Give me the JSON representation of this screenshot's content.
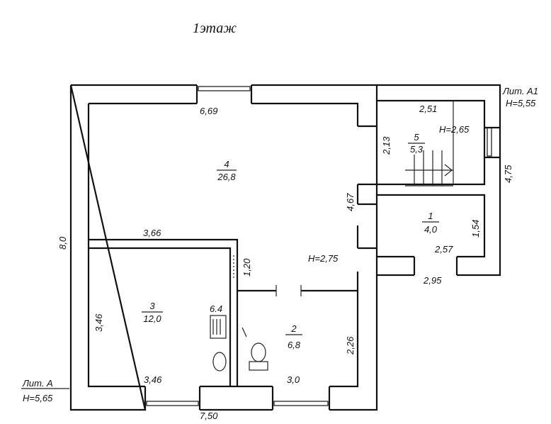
{
  "title": "1этаж",
  "lit_a": {
    "name": "Лит. А",
    "height": "Н=5,65"
  },
  "lit_a1": {
    "name": "Лит. А1",
    "height": "Н=5,55"
  },
  "rooms": [
    {
      "number": "4",
      "area": "26,8"
    },
    {
      "number": "5",
      "area": "5,3"
    },
    {
      "number": "1",
      "area": "4,0"
    },
    {
      "number": "3",
      "area": "12,0"
    },
    {
      "number": "2",
      "area": "6,8"
    }
  ],
  "ceiling_heights": {
    "stair": "Н=2,65",
    "main": "Н=2,75"
  },
  "boiler_label": "6.4",
  "dimensions": {
    "room4_width": "6,69",
    "room5_width": "2,51",
    "room5_height": "2,13",
    "a1_depth": "4,75",
    "room4_partition": "4,67",
    "overall_height": "8,0",
    "room4_bottom": "3,66",
    "room1_height": "1,54",
    "room1_width": "2,57",
    "a1_width": "2,95",
    "hall_gap": "1,20",
    "room3_height": "3,46",
    "room2_height": "2,26",
    "room3_width": "3,46",
    "room2_width": "3,0",
    "overall_width": "7,50"
  }
}
